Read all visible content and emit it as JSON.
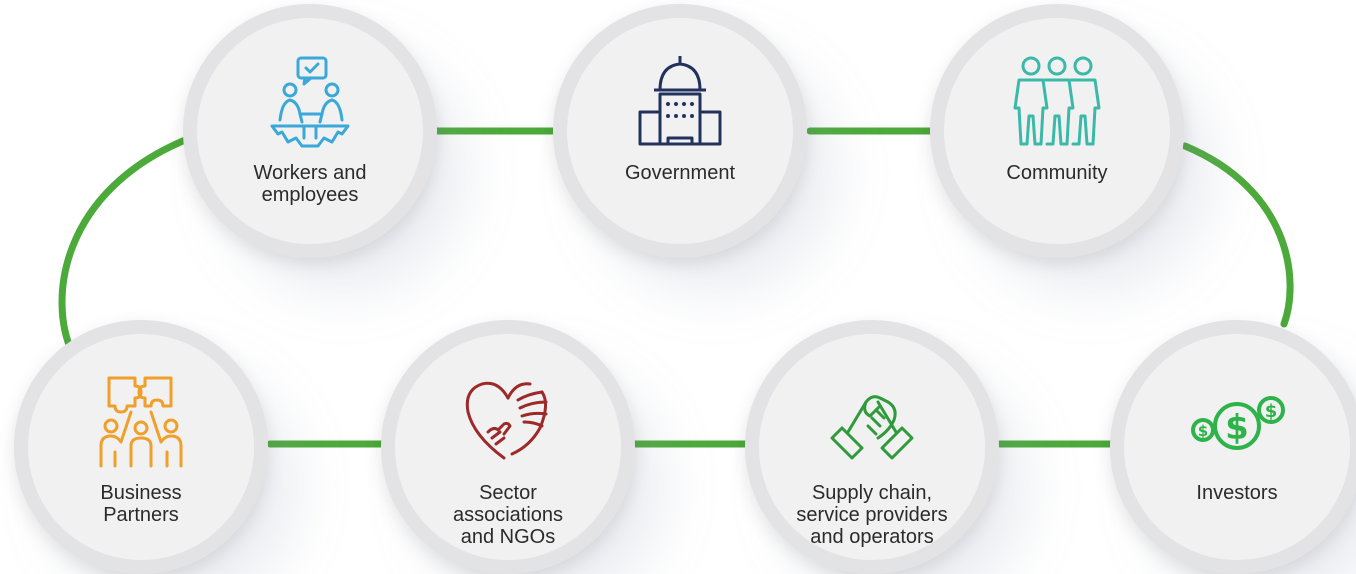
{
  "nodes": {
    "workers": {
      "label": "Workers and\nemployees",
      "icon": "workers-meeting-icon",
      "color": "#3aa8d8"
    },
    "government": {
      "label": "Government",
      "icon": "capitol-building-icon",
      "color": "#23325c"
    },
    "community": {
      "label": "Community",
      "icon": "community-people-icon",
      "color": "#3bb9a8"
    },
    "business": {
      "label": "Business\nPartners",
      "icon": "puzzle-partners-icon",
      "color": "#f0a02a"
    },
    "sector": {
      "label": "Sector\nassociations\nand NGOs",
      "icon": "heart-hands-icon",
      "color": "#9c2a2a"
    },
    "supply": {
      "label": "Supply chain,\nservice providers\nand operators",
      "icon": "handshake-icon",
      "color": "#2e9a3a"
    },
    "investors": {
      "label": "Investors",
      "icon": "dollar-coins-icon",
      "color": "#2db34a"
    }
  },
  "connector_color": "#4caa3a"
}
